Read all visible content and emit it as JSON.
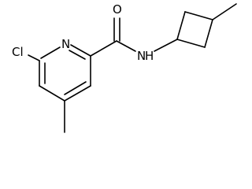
{
  "molecule": {
    "atoms": {
      "carbonyl_oxygen": "O",
      "ring_nitrogen": "N",
      "amide_nitrogen": "N",
      "amide_hydrogen": "H",
      "chlorine": "Cl"
    }
  },
  "colors": {
    "bond": "#000000",
    "text": "#000000",
    "background": "#ffffff"
  }
}
